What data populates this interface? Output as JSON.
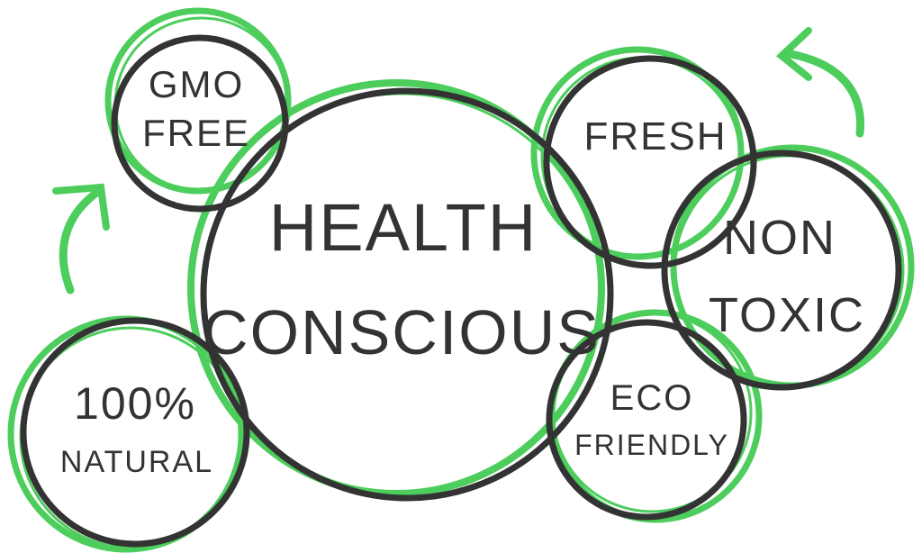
{
  "colors": {
    "green": "#4ccd5c",
    "dark": "#333333"
  },
  "center": {
    "line1": "HEALTH",
    "line2": "CONSCIOUS"
  },
  "bubbles": [
    {
      "id": "gmo-free",
      "line1": "GMO",
      "line2": "FREE"
    },
    {
      "id": "fresh",
      "line1": "FRESH"
    },
    {
      "id": "non-toxic",
      "line1": "NON",
      "line2": "TOXIC"
    },
    {
      "id": "eco-friendly",
      "line1": "ECO",
      "line2": "FRIENDLY"
    },
    {
      "id": "natural",
      "line1": "100%",
      "line2": "NATURAL"
    }
  ],
  "icons": [
    "arrow-left-up-icon",
    "arrow-right-up-icon"
  ]
}
